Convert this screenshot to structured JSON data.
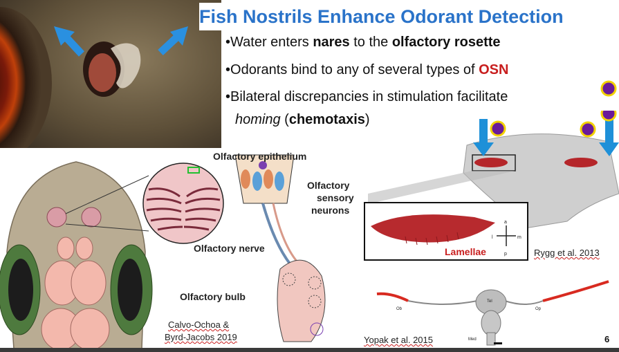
{
  "slide": {
    "title": "Fish Nostrils Enhance Odorant Detection",
    "bullets": {
      "b1_pre": "Water enters ",
      "b1_bold1": "nares",
      "b1_mid": " to the ",
      "b1_bold2": "olfactory rosette",
      "b2_pre": "Odorants bind to any of several types of ",
      "b2_red": "OSN",
      "b3_line1": "Bilateral discrepancies in stimulation facilitate",
      "b3_italic": "homing",
      "b3_open": " (",
      "b3_bold": "chemotaxis",
      "b3_close": ")"
    },
    "figure_left": {
      "label_epithelium": "Olfactory epithelium",
      "label_neurons_1": "Olfactory",
      "label_neurons_2": "sensory",
      "label_neurons_3": "neurons",
      "label_nerve": "Olfactory nerve",
      "label_bulb": "Olfactory bulb",
      "citation_1": "Calvo-Ochoa &",
      "citation_2": "Byrd-Jacobs 2019"
    },
    "figure_right": {
      "label_lamellae": "Lamellae",
      "citation_top": "Rygg et al. 2013",
      "citation_bottom": "Yopak et al. 2015",
      "brain_labels": {
        "ob_left": "Ob",
        "op_right": "Op",
        "tel": "Tel",
        "med": "Med"
      },
      "compass": {
        "a": "a",
        "p": "p",
        "l": "l",
        "m": "m"
      }
    },
    "slide_number": "6",
    "colors": {
      "title": "#2a73c9",
      "accent_red": "#c81e1e",
      "arrow_blue": "#1e90d8",
      "odorant_purple": "#6a1b9a",
      "odorant_ring": "#f2d100"
    }
  }
}
